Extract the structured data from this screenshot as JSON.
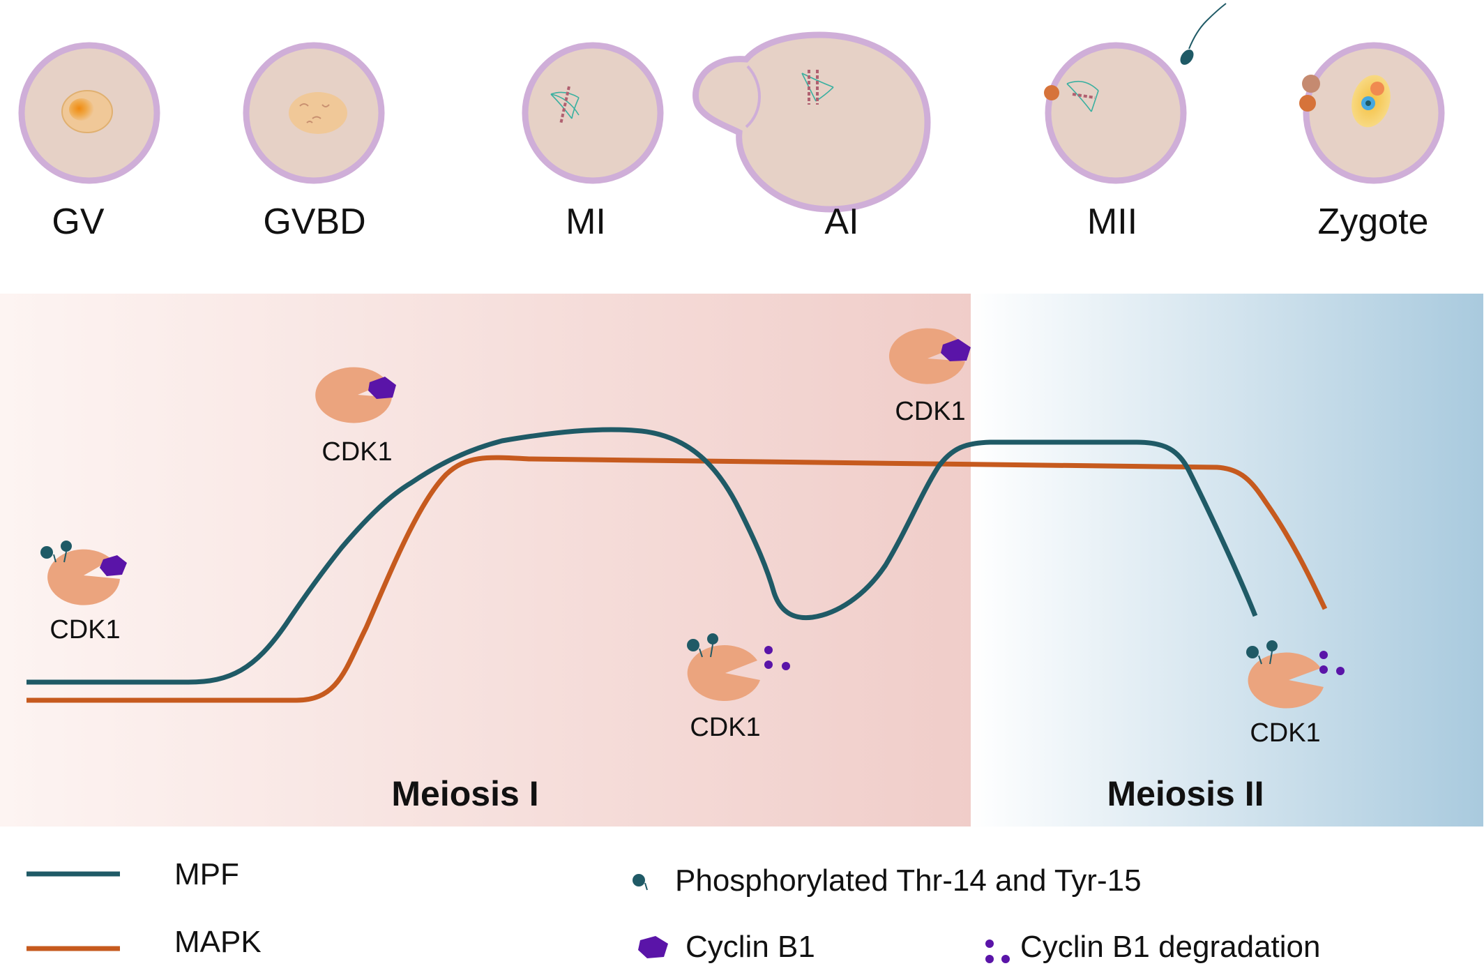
{
  "stages": [
    "GV",
    "GVBD",
    "MI",
    "AI",
    "MII",
    "Zygote"
  ],
  "phases": {
    "meiosis_one": "Meiosis I",
    "meiosis_two": "Meiosis II"
  },
  "cdk_label": "CDK1",
  "legend": {
    "mpf": "MPF",
    "mapk": "MAPK",
    "phospho": "Phosphorylated Thr-14 and Tyr-15",
    "cyclin": "Cyclin B1",
    "degradation": "Cyclin B1 degradation"
  },
  "colors": {
    "mpf": "#1f5a66",
    "mapk": "#c65a1e",
    "cdk1": "#eba47e",
    "cyclin": "#5a14a8",
    "phospho": "#1f5a66",
    "cell_membrane": "#cfaed8",
    "cytoplasm": "#e6d1c6",
    "meiosis_one_bg": "#f0cdc9",
    "meiosis_two_bg": "#a9cade"
  }
}
